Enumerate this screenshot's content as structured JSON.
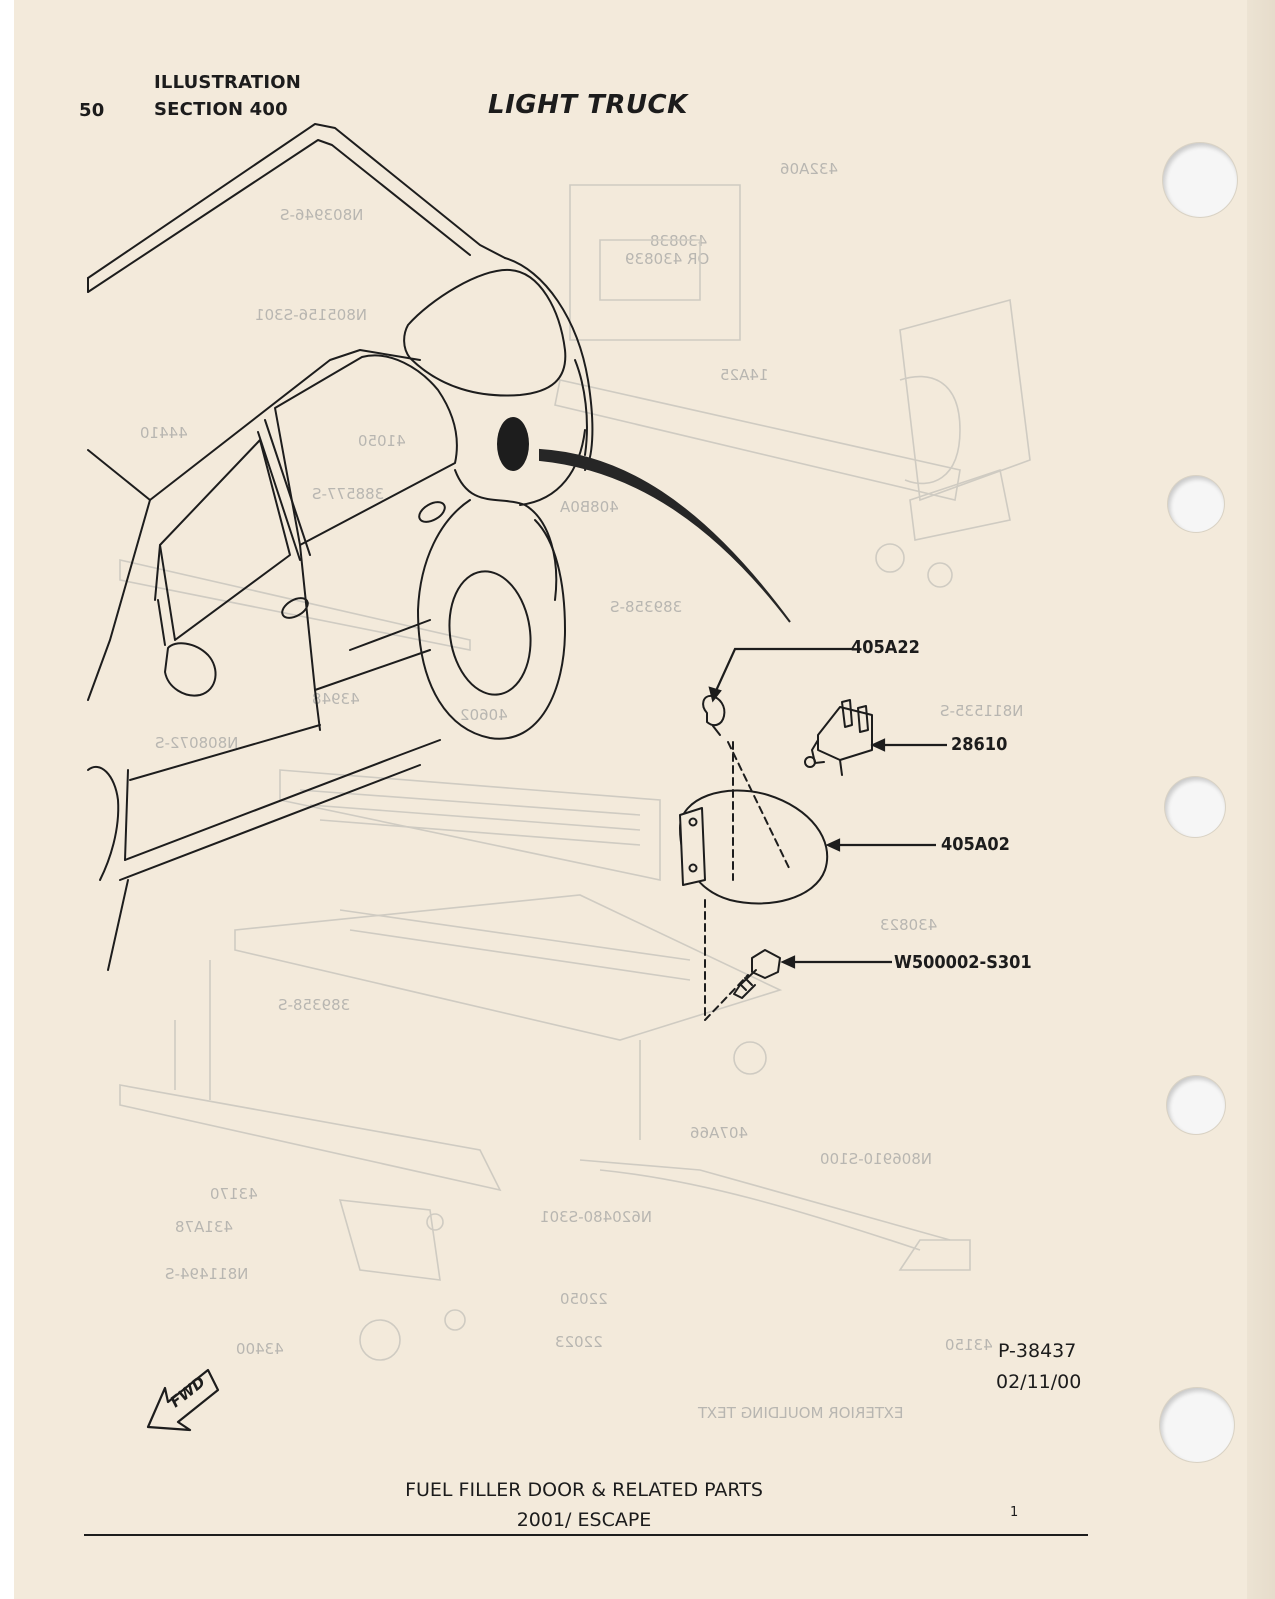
{
  "header": {
    "page_number": "50",
    "illustration_label": "ILLUSTRATION",
    "section_label": "SECTION 400",
    "title": "LIGHT TRUCK"
  },
  "callouts": [
    {
      "id": "405A22",
      "text": "405A22"
    },
    {
      "id": "28610",
      "text": "28610"
    },
    {
      "id": "405A02",
      "text": "405A02"
    },
    {
      "id": "W500002-S301",
      "text": "W500002-S301"
    }
  ],
  "reference": {
    "code": "P-38437",
    "date": "02/11/00"
  },
  "fwd_label": "FWD",
  "footer": {
    "title": "FUEL FILLER DOOR & RELATED PARTS",
    "subtitle": "2001/ ESCAPE",
    "mark": "1"
  },
  "bleed_through": [
    "432A06",
    "430838",
    "OR 430839",
    "N803946-S",
    "N805156-S301",
    "14A25",
    "44410",
    "41050",
    "388577-S",
    "389358-S",
    "43948",
    "N811535-S",
    "408B0A",
    "40602",
    "N808072-S",
    "430823",
    "389358-S",
    "N806910-S100",
    "407A66",
    "N620480-S301",
    "22050",
    "22023",
    "43400",
    "43170",
    "431A78",
    "N811494-S",
    "43150",
    "EXTERIOR MOULDING TEXT"
  ],
  "colors": {
    "paper": "#f3eadb",
    "ink": "#1c1c1c",
    "bleed": "#b8b6b1"
  }
}
